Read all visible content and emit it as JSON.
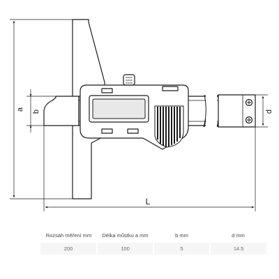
{
  "dimensions": {
    "a": "a",
    "b": "b",
    "d": "d",
    "L": "L"
  },
  "table": {
    "headers": [
      "Rozsah měření mm",
      "Délka můstku a mm",
      "b mm",
      "d mm"
    ],
    "rows": [
      [
        "200",
        "100",
        "5",
        "14.5"
      ]
    ]
  },
  "colors": {
    "stroke": "#1a1a1a",
    "display": "#e8e8e8",
    "table_row": "#f6f6f6"
  }
}
